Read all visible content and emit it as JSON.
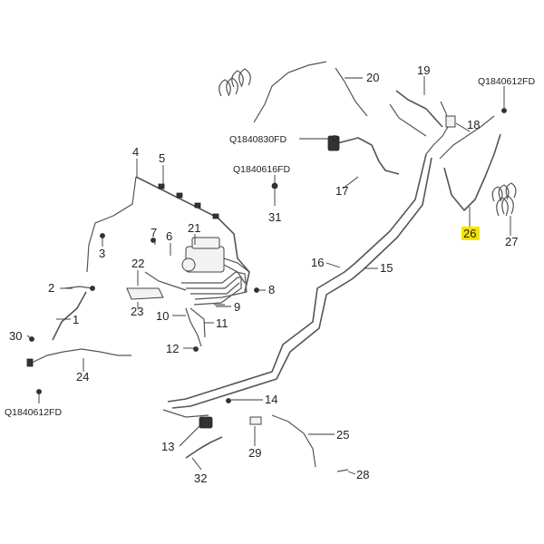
{
  "highlight_color": "#f5e400",
  "callouts": {
    "c1": "1",
    "c2": "2",
    "c3": "3",
    "c4": "4",
    "c5": "5",
    "c6": "6",
    "c7": "7",
    "c8": "8",
    "c9": "9",
    "c10": "10",
    "c11": "11",
    "c12": "12",
    "c13": "13",
    "c14": "14",
    "c15": "15",
    "c16": "16",
    "c17": "17",
    "c18": "18",
    "c19": "19",
    "c20": "20",
    "c21": "21",
    "c22": "22",
    "c23": "23",
    "c24": "24",
    "c25": "25",
    "c26": "26",
    "c27": "27",
    "c28": "28",
    "c29": "29",
    "c30": "30",
    "c31": "31",
    "c32": "32"
  },
  "part_codes": {
    "q1": "Q1840612FD",
    "q2": "Q1840830FD",
    "q3": "Q1840616FD",
    "q4": "Q1840612FD"
  }
}
